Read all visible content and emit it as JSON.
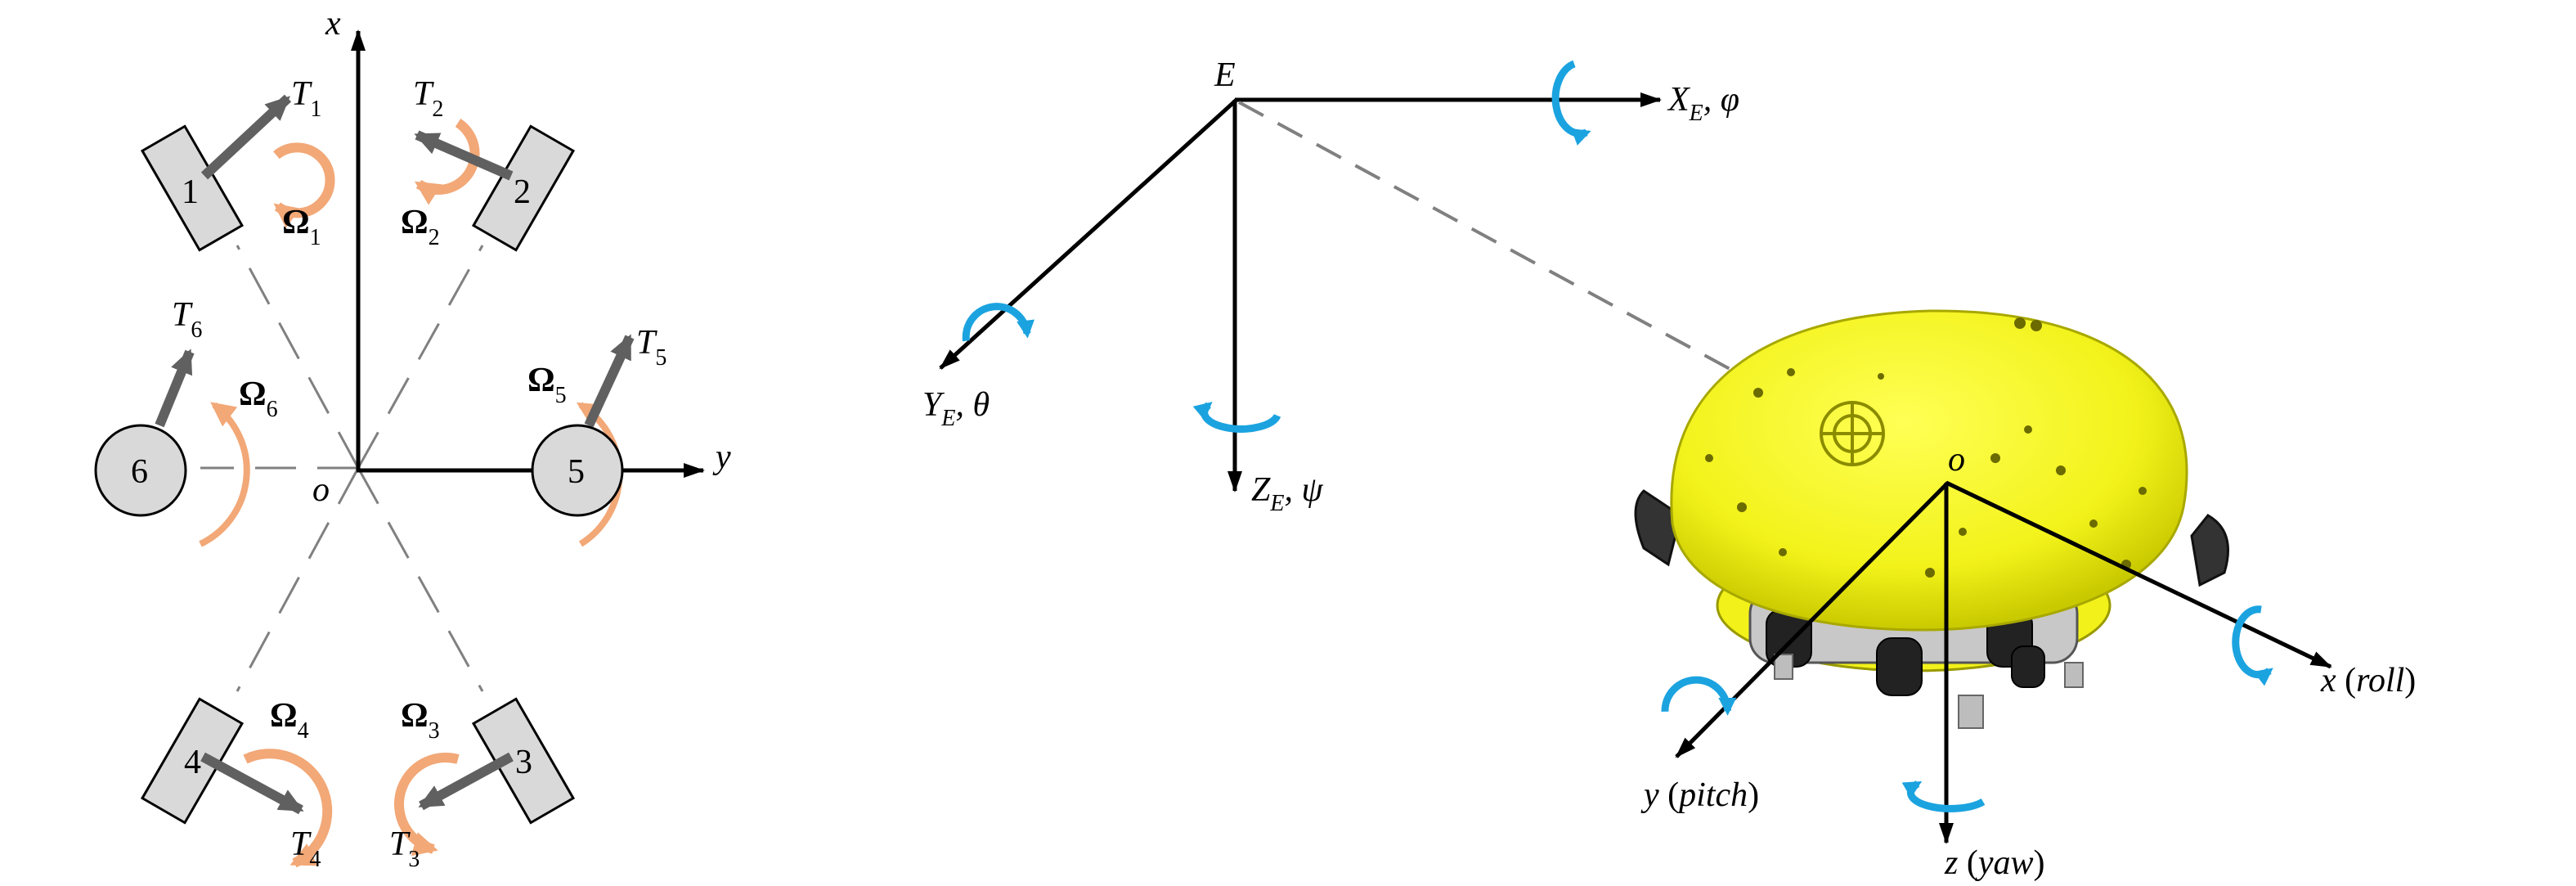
{
  "colors": {
    "axis": "#000000",
    "dashed_guide": "#808080",
    "thrust_arrow": "#606060",
    "thruster_fill": "#d9d9d9",
    "rotation_arc": "#f2a877",
    "rotation_blue": "#1ba3e0",
    "hull_yellow": "#f2f21a"
  },
  "body_frame_top_view": {
    "x_axis_label": "x",
    "y_axis_label": "y",
    "origin_label": "o",
    "thrusters": [
      {
        "id": "1",
        "thrust": "T",
        "thrust_sub": "1",
        "speed": "Ω",
        "speed_sub": "1"
      },
      {
        "id": "2",
        "thrust": "T",
        "thrust_sub": "2",
        "speed": "Ω",
        "speed_sub": "2"
      },
      {
        "id": "3",
        "thrust": "T",
        "thrust_sub": "3",
        "speed": "Ω",
        "speed_sub": "3"
      },
      {
        "id": "4",
        "thrust": "T",
        "thrust_sub": "4",
        "speed": "Ω",
        "speed_sub": "4"
      },
      {
        "id": "5",
        "thrust": "T",
        "thrust_sub": "5",
        "speed": "Ω",
        "speed_sub": "5"
      },
      {
        "id": "6",
        "thrust": "T",
        "thrust_sub": "6",
        "speed": "Ω",
        "speed_sub": "6"
      }
    ]
  },
  "earth_frame": {
    "origin_label": "E",
    "x_axis": {
      "main": "X",
      "sub": "E",
      "rest": ", φ"
    },
    "y_axis": {
      "main": "Y",
      "sub": "E",
      "rest": ", θ"
    },
    "z_axis": {
      "main": "Z",
      "sub": "E",
      "rest": ", ψ"
    }
  },
  "body_frame_3d": {
    "origin_label": "o",
    "x_axis": {
      "main": "x",
      "paren": "roll"
    },
    "y_axis": {
      "main": "y",
      "paren": "pitch"
    },
    "z_axis": {
      "main": "z",
      "paren": "yaw"
    }
  }
}
